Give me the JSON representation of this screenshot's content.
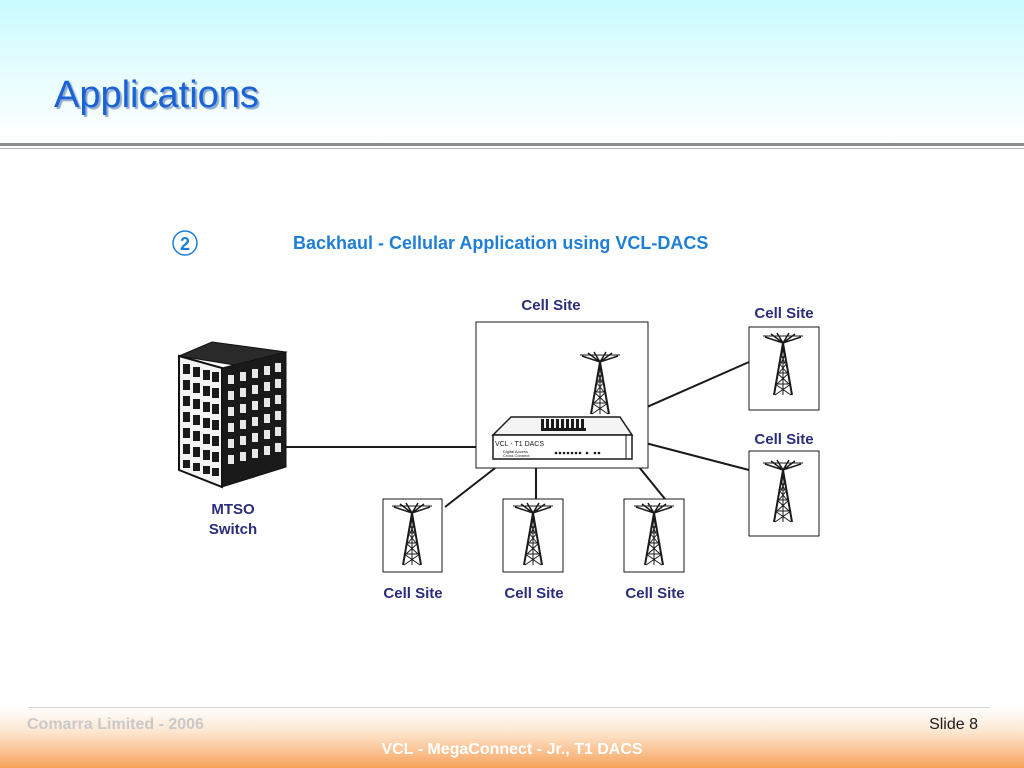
{
  "slide": {
    "title": "Applications"
  },
  "diagram": {
    "step_number": "2",
    "heading": "Backhaul - Cellular Application using VCL-DACS",
    "mtso_label_line1": "MTSO",
    "mtso_label_line2": "Switch",
    "cell_site_label": "Cell Site",
    "device_label": "VCL - T1 DACS",
    "device_sub1": "Digital Access",
    "device_sub2": "Cross Connect",
    "colors": {
      "heading": "#1f7fd6",
      "labels": "#2b2d7a",
      "lines": "#1a1a1a"
    }
  },
  "footer": {
    "company": "Comarra Limited - 2006",
    "slide_number": "Slide 8",
    "title": "VCL - MegaConnect - Jr., T1 DACS"
  }
}
